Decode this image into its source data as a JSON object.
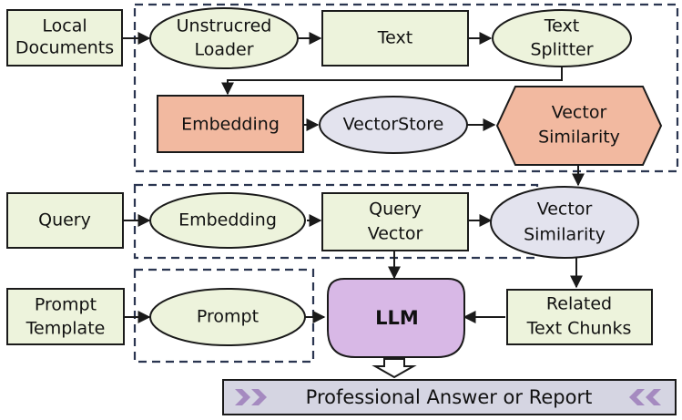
{
  "nodes": {
    "local_documents": [
      "Local",
      "Documents"
    ],
    "unstructured_loader": [
      "Unstrucred",
      "Loader"
    ],
    "text": [
      "Text"
    ],
    "text_splitter": [
      "Text",
      "Splitter"
    ],
    "embedding_doc": [
      "Embedding"
    ],
    "vectorstore": [
      "VectorStore"
    ],
    "vector_similarity_doc": [
      "Vector",
      "Similarity"
    ],
    "query": [
      "Query"
    ],
    "embedding_query": [
      "Embedding"
    ],
    "query_vector": [
      "Query",
      "Vector"
    ],
    "vector_similarity_query": [
      "Vector",
      "Similarity"
    ],
    "prompt_template": [
      "Prompt",
      "Template"
    ],
    "prompt": [
      "Prompt"
    ],
    "llm": [
      "LLM"
    ],
    "related_text_chunks": [
      "Related",
      "Text Chunks"
    ]
  },
  "output_banner": "Professional Answer or Report",
  "colors": {
    "node_green": "#edf3dc",
    "node_grey": "#e3e3ee",
    "node_salmon": "#f2b9a0",
    "llm_purple": "#d8b8e6",
    "banner_grey": "#d5d5e2",
    "chevron_purple": "#a58ac0",
    "dashed_border": "#2a3550"
  },
  "icons": {
    "banner_left": "double-chevron-right-icon",
    "banner_right": "double-chevron-left-icon",
    "output": "down-arrow-icon"
  }
}
